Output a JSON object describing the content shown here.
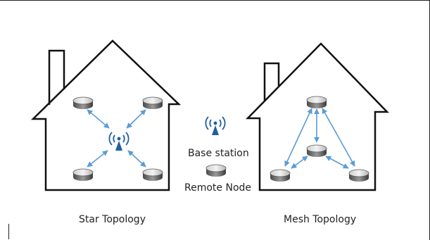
{
  "captions": {
    "star": "Star Topology",
    "mesh": "Mesh Topology"
  },
  "legend": {
    "base_station": "Base station",
    "remote_node": "Remote Node"
  },
  "icons": {
    "base_station": "antenna-icon",
    "remote_node": "node-disc-icon"
  },
  "colors": {
    "arrow": "#5b9bd5",
    "antenna": "#1f5f9f",
    "house_outline": "#111111"
  }
}
